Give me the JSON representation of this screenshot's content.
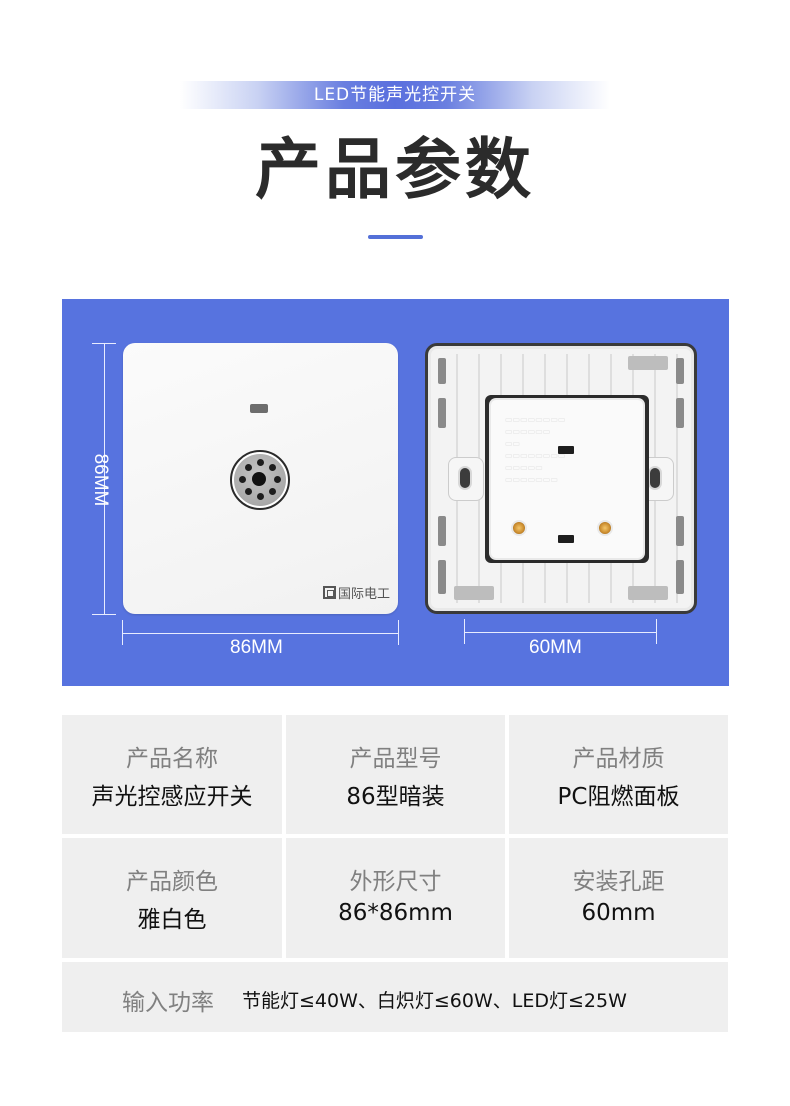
{
  "header": {
    "banner": "LED节能声光控开关",
    "title": "产品参数"
  },
  "product_panel": {
    "front_plate": {
      "brand": "国际电工",
      "height_label": "86MM",
      "width_label": "86MM"
    },
    "back_plate": {
      "hole_distance_label": "60MM"
    },
    "colors": {
      "panel_bg": "#5773df",
      "accent": "#5470d8"
    }
  },
  "specs": {
    "rows": [
      [
        {
          "label": "产品名称",
          "value": "声光控感应开关"
        },
        {
          "label": "产品型号",
          "value": "86型暗装"
        },
        {
          "label": "产品材质",
          "value": "PC阻燃面板"
        }
      ],
      [
        {
          "label": "产品颜色",
          "value": "雅白色"
        },
        {
          "label": "外形尺寸",
          "value": "86*86mm"
        },
        {
          "label": "安装孔距",
          "value": "60mm"
        }
      ]
    ],
    "power": {
      "label": "输入功率",
      "value": "节能灯≤40W、白炽灯≤60W、LED灯≤25W"
    }
  }
}
